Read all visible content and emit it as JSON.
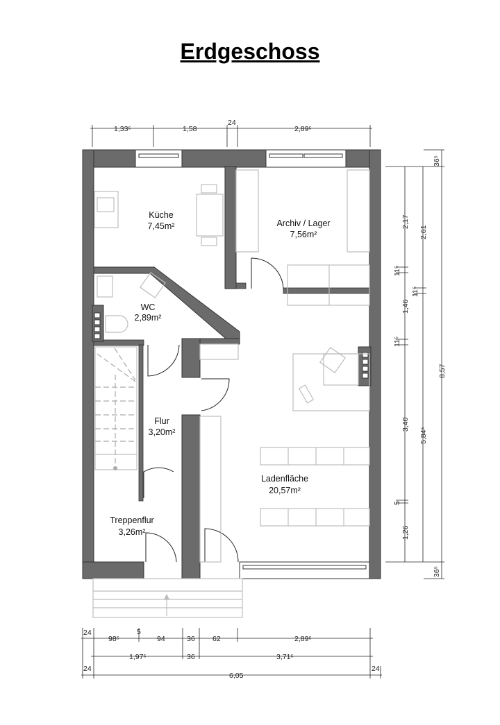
{
  "title": "Erdgeschoss",
  "rooms": [
    {
      "name": "Küche",
      "area": "7,45m²"
    },
    {
      "name": "Archiv / Lager",
      "area": "7,56m²"
    },
    {
      "name": "WC",
      "area": "2,89m²"
    },
    {
      "name": "Flur",
      "area": "3,20m²"
    },
    {
      "name": "Treppenflur",
      "area": "3,26m²"
    },
    {
      "name": "Ladenfläche",
      "area": "20,57m²"
    }
  ],
  "dimensions": {
    "top": [
      "1,33⁵",
      "1,58",
      "24",
      "2,89⁵"
    ],
    "right_inner": [
      "2,17",
      "11⁵",
      "1,46",
      "11⁵",
      "3,40",
      "5",
      "1,26"
    ],
    "right_middle": [
      "2,61",
      "11⁵",
      "5,84⁵"
    ],
    "right_outer": [
      "36⁵",
      "8,57",
      "36⁵"
    ],
    "bottom_row1": [
      "24",
      "98⁵",
      "5",
      "94",
      "36",
      "62",
      "2,89⁵"
    ],
    "bottom_row2": [
      "1,97⁵",
      "36",
      "3,71⁵"
    ],
    "bottom_row3": [
      "24",
      "6,05",
      "24"
    ]
  },
  "colors": {
    "wall": "#6b6b6b",
    "furniture": "#bdbdbd"
  }
}
